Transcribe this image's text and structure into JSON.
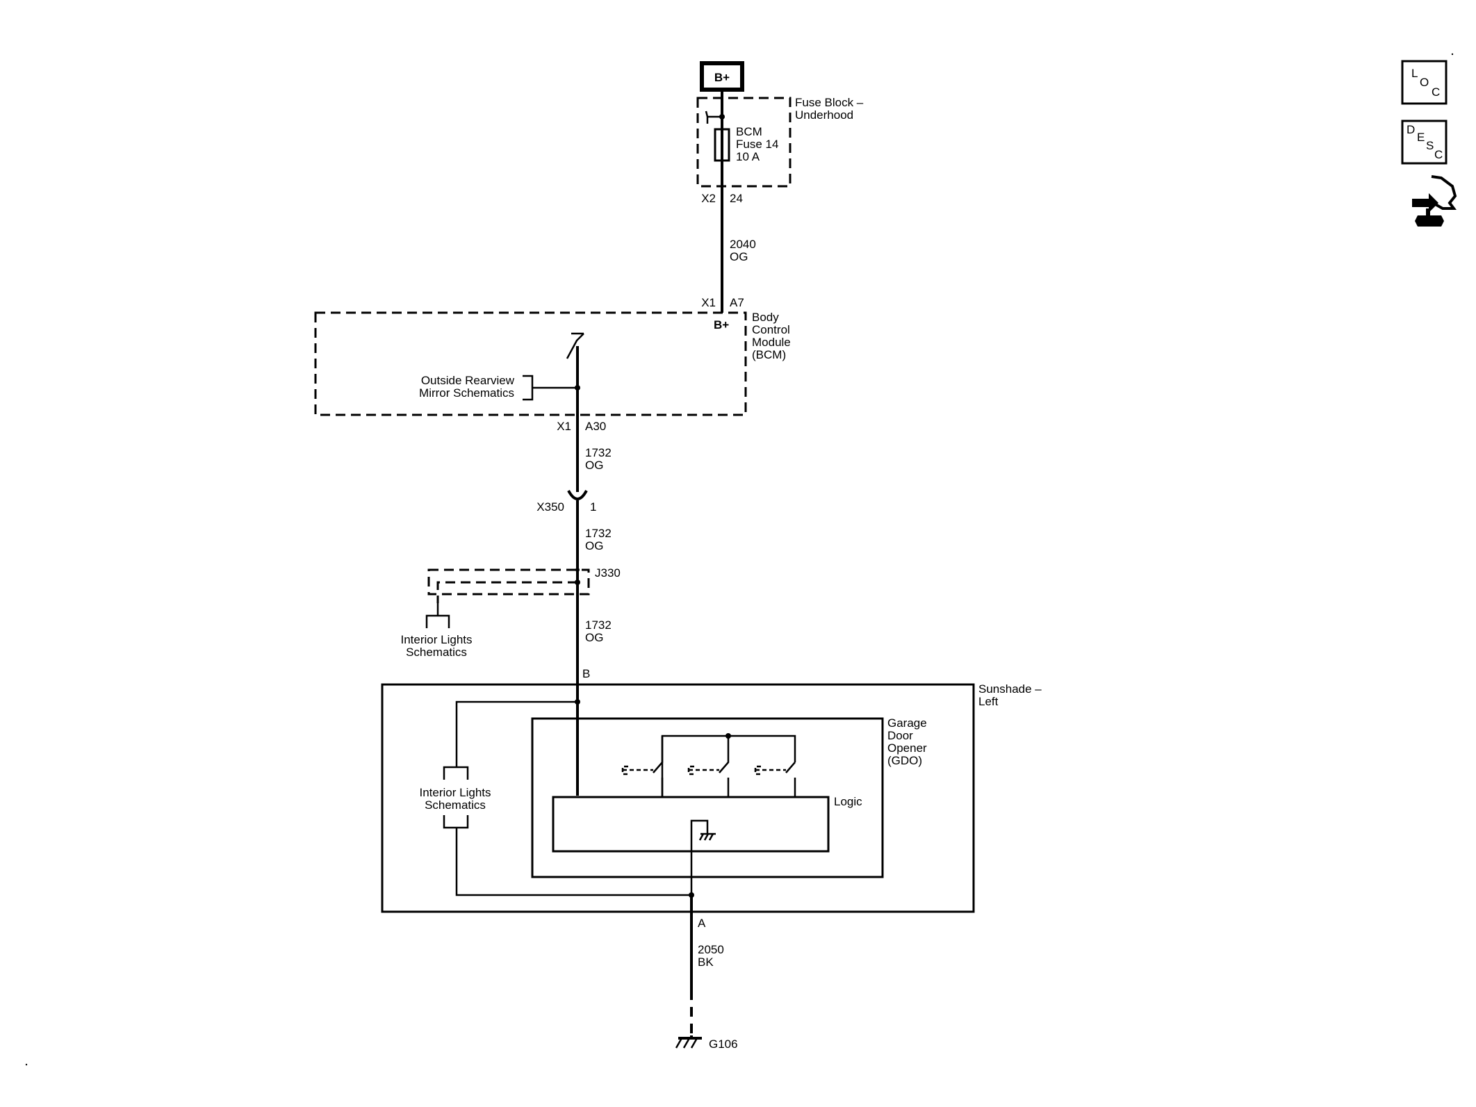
{
  "power": {
    "label": "B+"
  },
  "fuse_block": {
    "name_line1": "Fuse Block –",
    "name_line2": "Underhood",
    "fuse_line1": "BCM",
    "fuse_line2": "Fuse 14",
    "fuse_line3": "10 A",
    "conn": "X2",
    "pin": "24"
  },
  "wire_2040": {
    "circuit": "2040",
    "color": "OG"
  },
  "bcm": {
    "conn_top": "X1",
    "pin_top": "A7",
    "input_label": "B+",
    "name_line1": "Body",
    "name_line2": "Control",
    "name_line3": "Module",
    "name_line4": "(BCM)",
    "branch_line1": "Outside Rearview",
    "branch_line2": "Mirror Schematics",
    "conn_bottom": "X1",
    "pin_bottom": "A30"
  },
  "wire_1732_a": {
    "circuit": "1732",
    "color": "OG"
  },
  "inline_conn": {
    "name": "X350",
    "pin": "1"
  },
  "wire_1732_b": {
    "circuit": "1732",
    "color": "OG"
  },
  "splice": {
    "name": "J330",
    "branch_line1": "Interior Lights",
    "branch_line2": "Schematics"
  },
  "wire_1732_c": {
    "circuit": "1732",
    "color": "OG"
  },
  "sunshade": {
    "pin_b": "B",
    "name_line1": "Sunshade –",
    "name_line2": "Left",
    "branch_line1": "Interior Lights",
    "branch_line2": "Schematics",
    "pin_a": "A"
  },
  "gdo": {
    "name_line1": "Garage",
    "name_line2": "Door",
    "name_line3": "Opener",
    "name_line4": "(GDO)",
    "logic_label": "Logic"
  },
  "wire_2050": {
    "circuit": "2050",
    "color": "BK"
  },
  "ground": {
    "name": "G106"
  },
  "side_icons": [
    {
      "icon": "loc-icon",
      "l1": "L",
      "l2": "O",
      "l3": "C"
    },
    {
      "icon": "desc-icon",
      "l1": "D",
      "l2": "E",
      "l3": "S",
      "l4": "C"
    },
    {
      "icon": "connector-tool-icon"
    }
  ]
}
